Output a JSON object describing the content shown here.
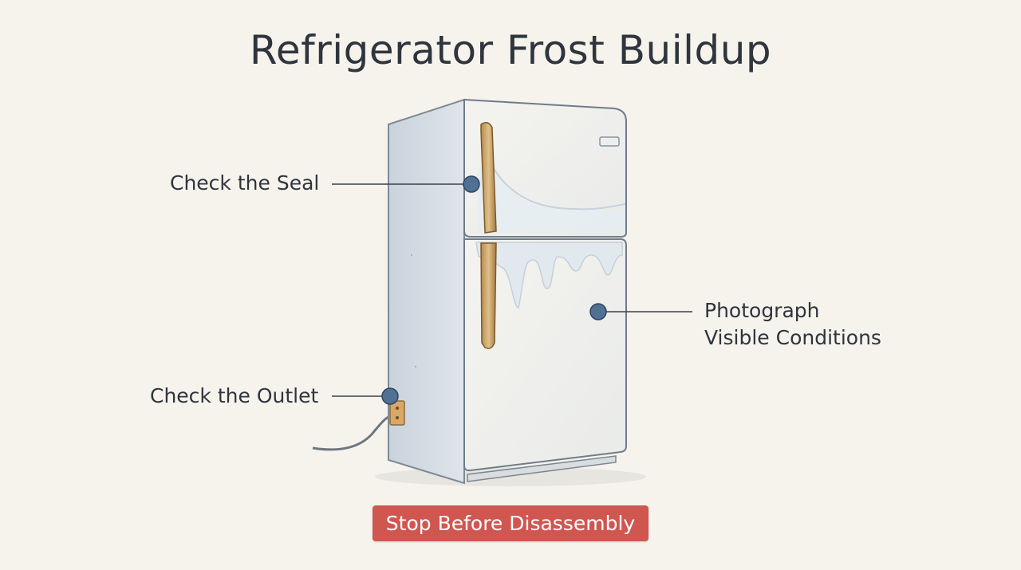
{
  "title": "Refrigerator Frost Buildup",
  "callouts": {
    "seal": "Check the Seal",
    "outlet": "Check the Outlet",
    "photo_line1": "Photograph",
    "photo_line2": "Visible Conditions"
  },
  "warning": "Stop Before Disassembly",
  "colors": {
    "background": "#f6f3ed",
    "text": "#2f353d",
    "marker": "#4f7194",
    "warning": "#d05650"
  }
}
